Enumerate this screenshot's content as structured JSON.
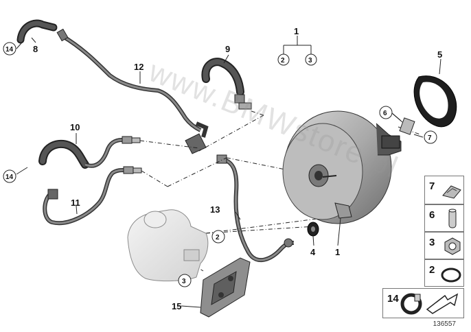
{
  "callouts": {
    "c1_top": "1",
    "c2_top": "2",
    "c3_top": "3",
    "c5": "5",
    "c6": "6",
    "c7": "7",
    "c8": "8",
    "c9": "9",
    "c10": "10",
    "c11": "11",
    "c12": "12",
    "c13": "13",
    "c14_a": "14",
    "c14_b": "14",
    "c4": "4",
    "c1_bottom": "1",
    "c2_mid": "2",
    "c3_mid": "3",
    "c15": "15"
  },
  "legend": [
    {
      "number": "7",
      "icon": "clip-icon"
    },
    {
      "number": "6",
      "icon": "pin-icon"
    },
    {
      "number": "3",
      "icon": "nut-icon"
    },
    {
      "number": "2",
      "icon": "o-ring-icon"
    },
    {
      "number": "14",
      "icon": "hose-clamp-icon"
    }
  ],
  "watermark": "www.BMWstore.pl",
  "figure_number": "136557",
  "colors": {
    "line": "#2a2a2a",
    "hose": "#4a4a4a",
    "booster": "#9a9a9a",
    "reservoir": "#e6e6e6"
  }
}
